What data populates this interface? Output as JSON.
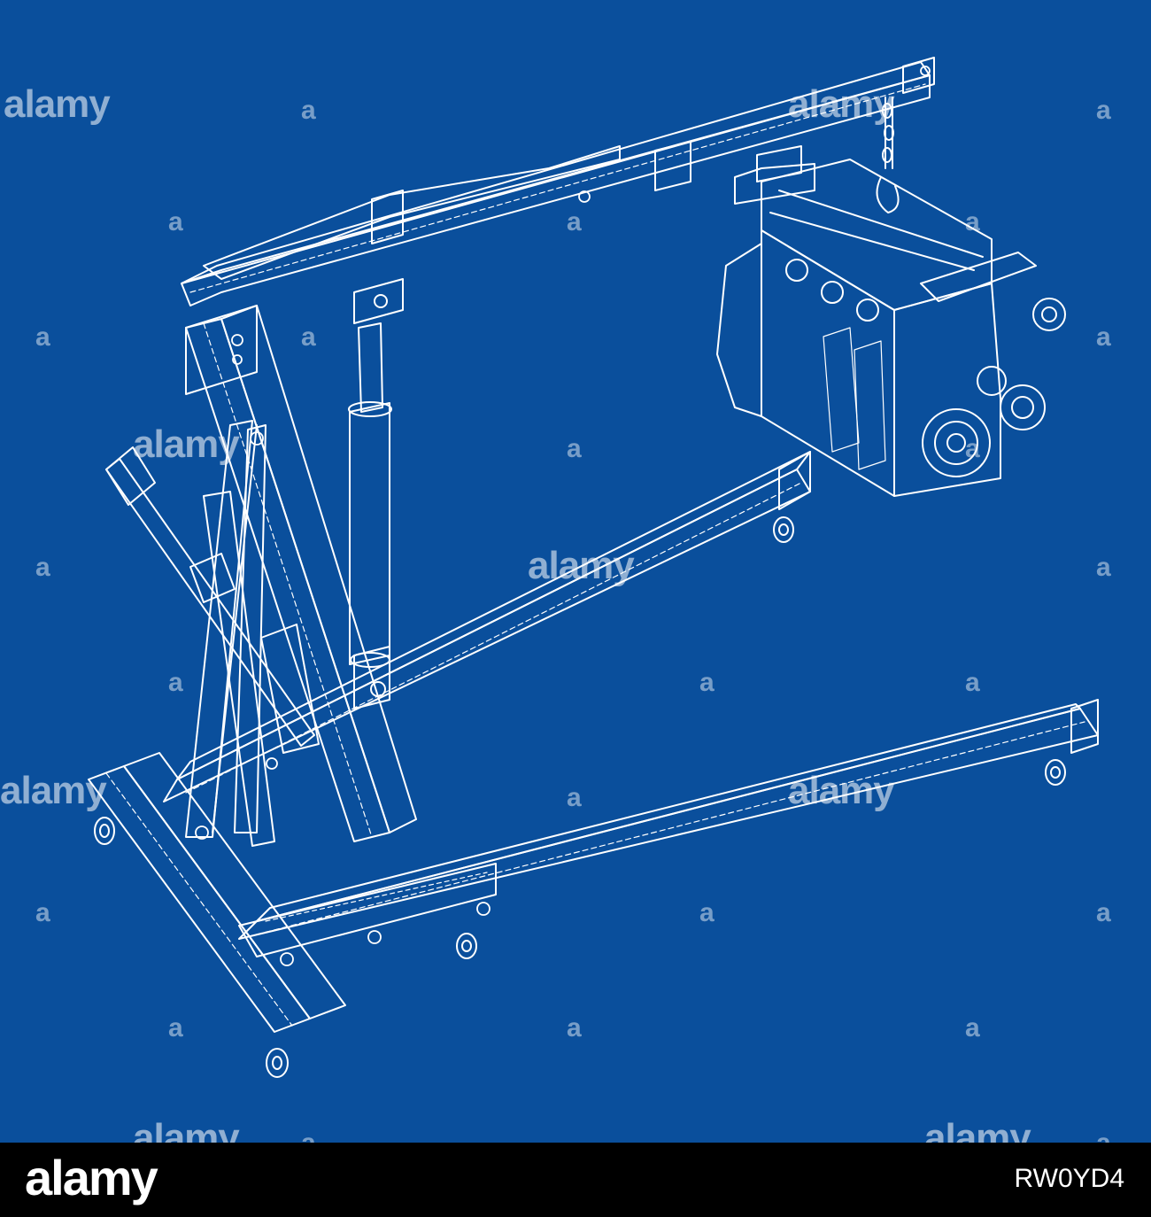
{
  "image": {
    "background_color": "#0a4f9c",
    "line_color": "#ffffff",
    "subject": "engine-hoist-with-engine-icon"
  },
  "watermark": {
    "text": "alamy",
    "symbol": "a"
  },
  "footer": {
    "logo_text": "alamy",
    "image_id": "RW0YD4"
  }
}
